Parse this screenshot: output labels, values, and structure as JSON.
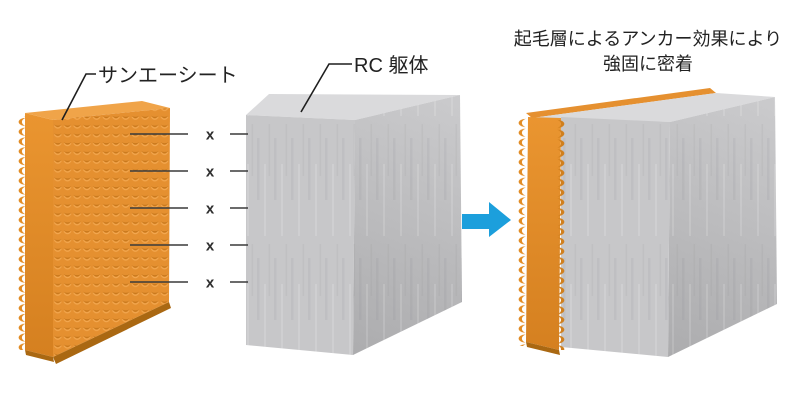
{
  "figure": {
    "caption": {
      "line1": "起毛層によるアンカー効果により",
      "line2": "強固に密着"
    },
    "labels": {
      "sheet": "サンエーシート",
      "rc_body": "RC 躯体"
    },
    "connectors": {
      "mark": "x",
      "count": 5,
      "rows_y": [
        134,
        171,
        208,
        245,
        282
      ]
    },
    "colors": {
      "sheet_orange": "#E59030",
      "sheet_orange_dark": "#C6771C",
      "sheet_orange_deep": "#AA6812",
      "sheet_orange_light": "#F0A449",
      "concrete_front": "#C7C7C9",
      "concrete_top": "#DADADC",
      "concrete_side_dark": "#AEAEB0",
      "arrow_blue": "#1C9FDC",
      "connector_line": "#3A3A3A",
      "text": "#222222"
    }
  }
}
